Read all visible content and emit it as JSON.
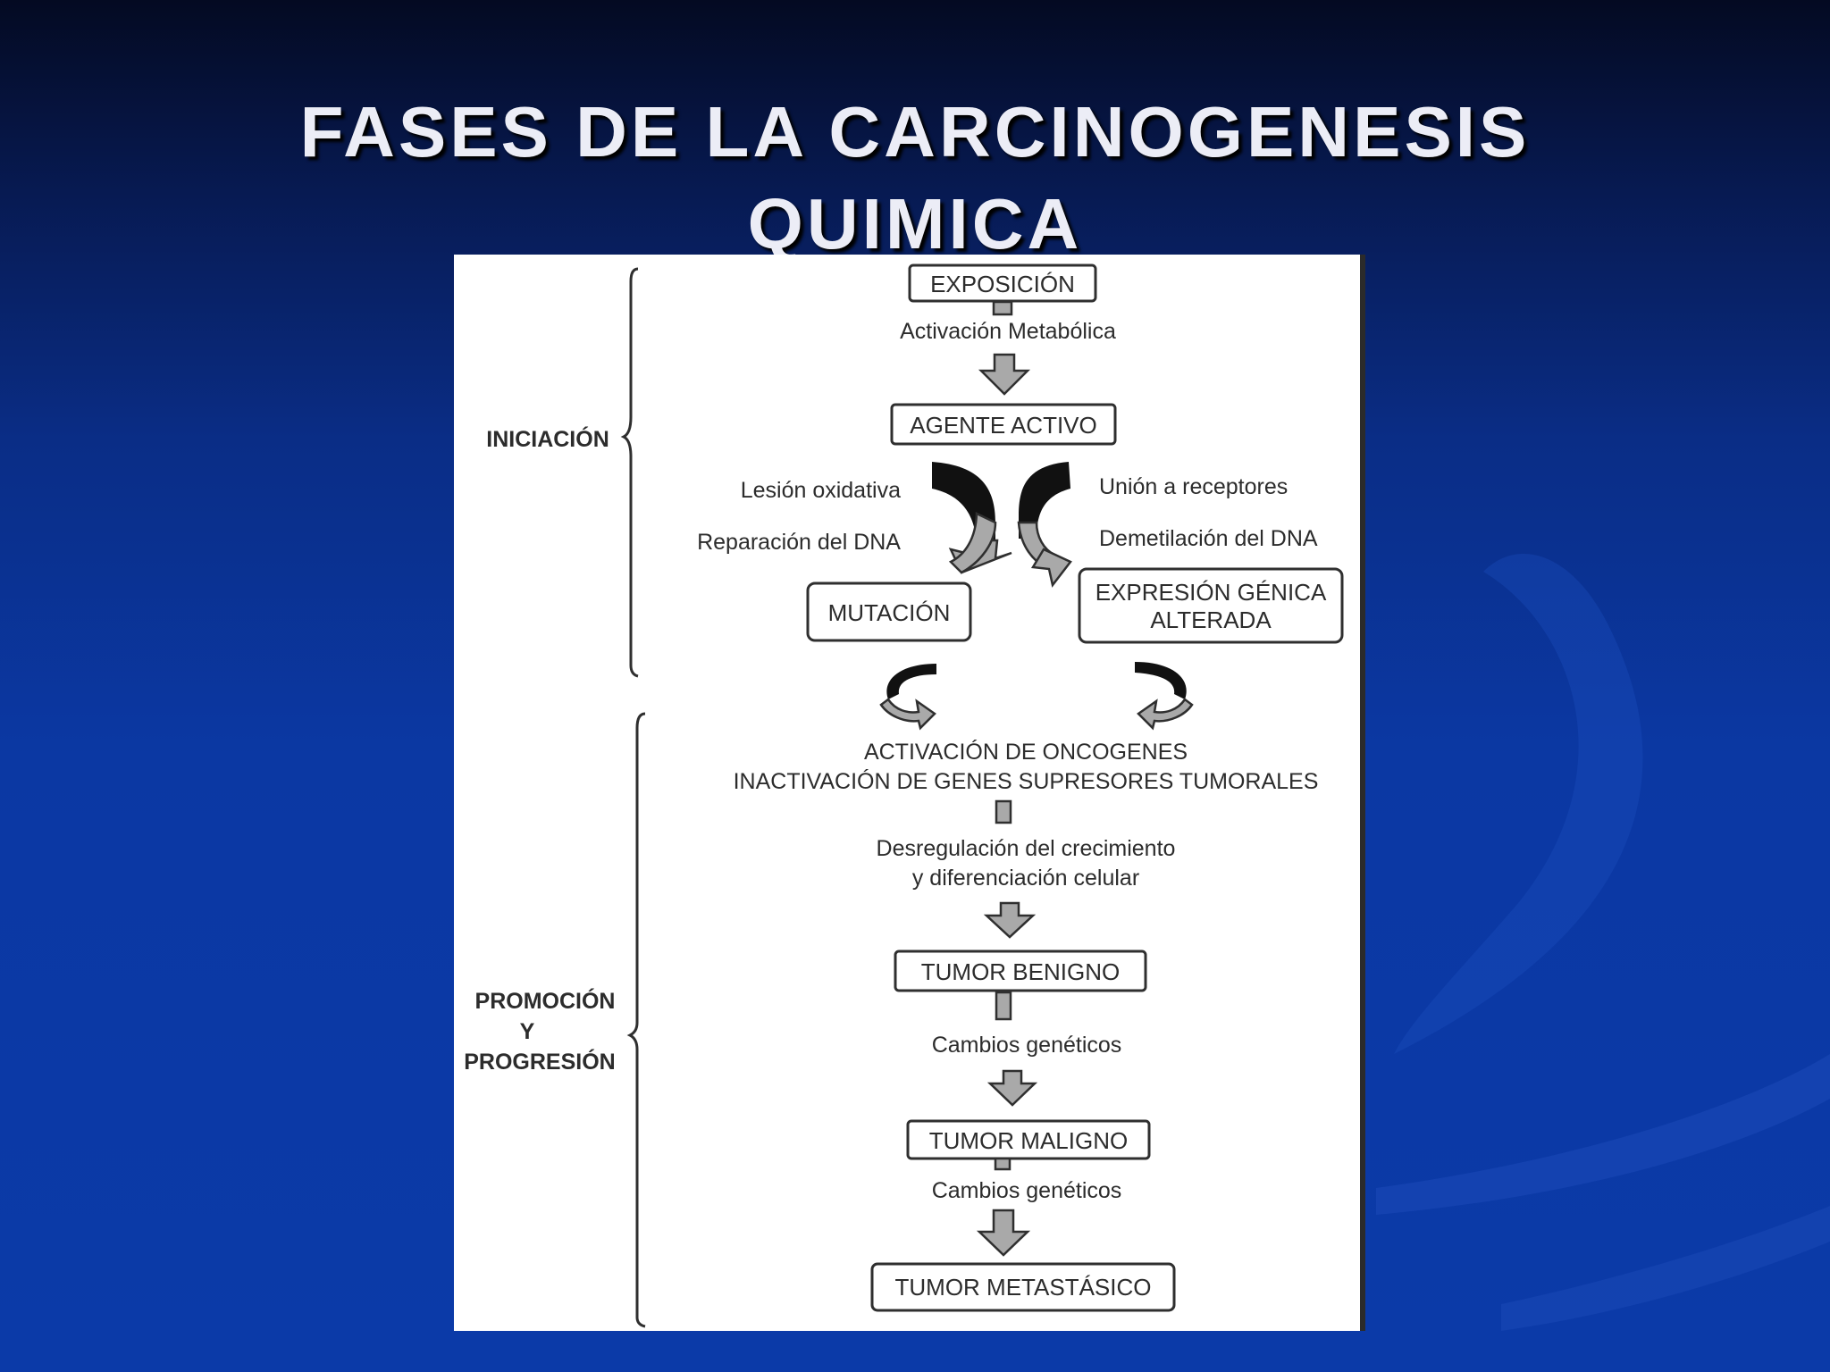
{
  "slide": {
    "title_line1": "FASES DE LA CARCINOGENESIS",
    "title_line2": "QUIMICA"
  },
  "diagram": {
    "phases": {
      "iniciacion": "INICIACIÓN",
      "promocion_line1": "PROMOCIÓN",
      "promocion_line2": "Y",
      "promocion_line3": "PROGRESIÓN"
    },
    "nodes": {
      "exposicion": "EXPOSICIÓN",
      "agente_activo": "AGENTE ACTIVO",
      "mutacion": "MUTACIÓN",
      "expresion_line1": "EXPRESIÓN GÉNICA",
      "expresion_line2": "ALTERADA",
      "tumor_benigno": "TUMOR BENIGNO",
      "tumor_maligno": "TUMOR MALIGNO",
      "tumor_metastasico": "TUMOR METASTÁSICO"
    },
    "labels": {
      "activacion_metabolica": "Activación Metabólica",
      "lesion_oxidativa": "Lesión oxidativa",
      "reparacion_dna": "Reparación del DNA",
      "union_receptores": "Unión a receptores",
      "demetilacion_dna": "Demetilación del DNA",
      "activacion_oncogenes": "ACTIVACIÓN DE ONCOGENES",
      "inactivacion_genes": "INACTIVACIÓN DE GENES SUPRESORES TUMORALES",
      "desregulacion_line1": "Desregulación del crecimiento",
      "desregulacion_line2": "y diferenciación celular",
      "cambios_geneticos_1": "Cambios genéticos",
      "cambios_geneticos_2": "Cambios genéticos"
    }
  }
}
